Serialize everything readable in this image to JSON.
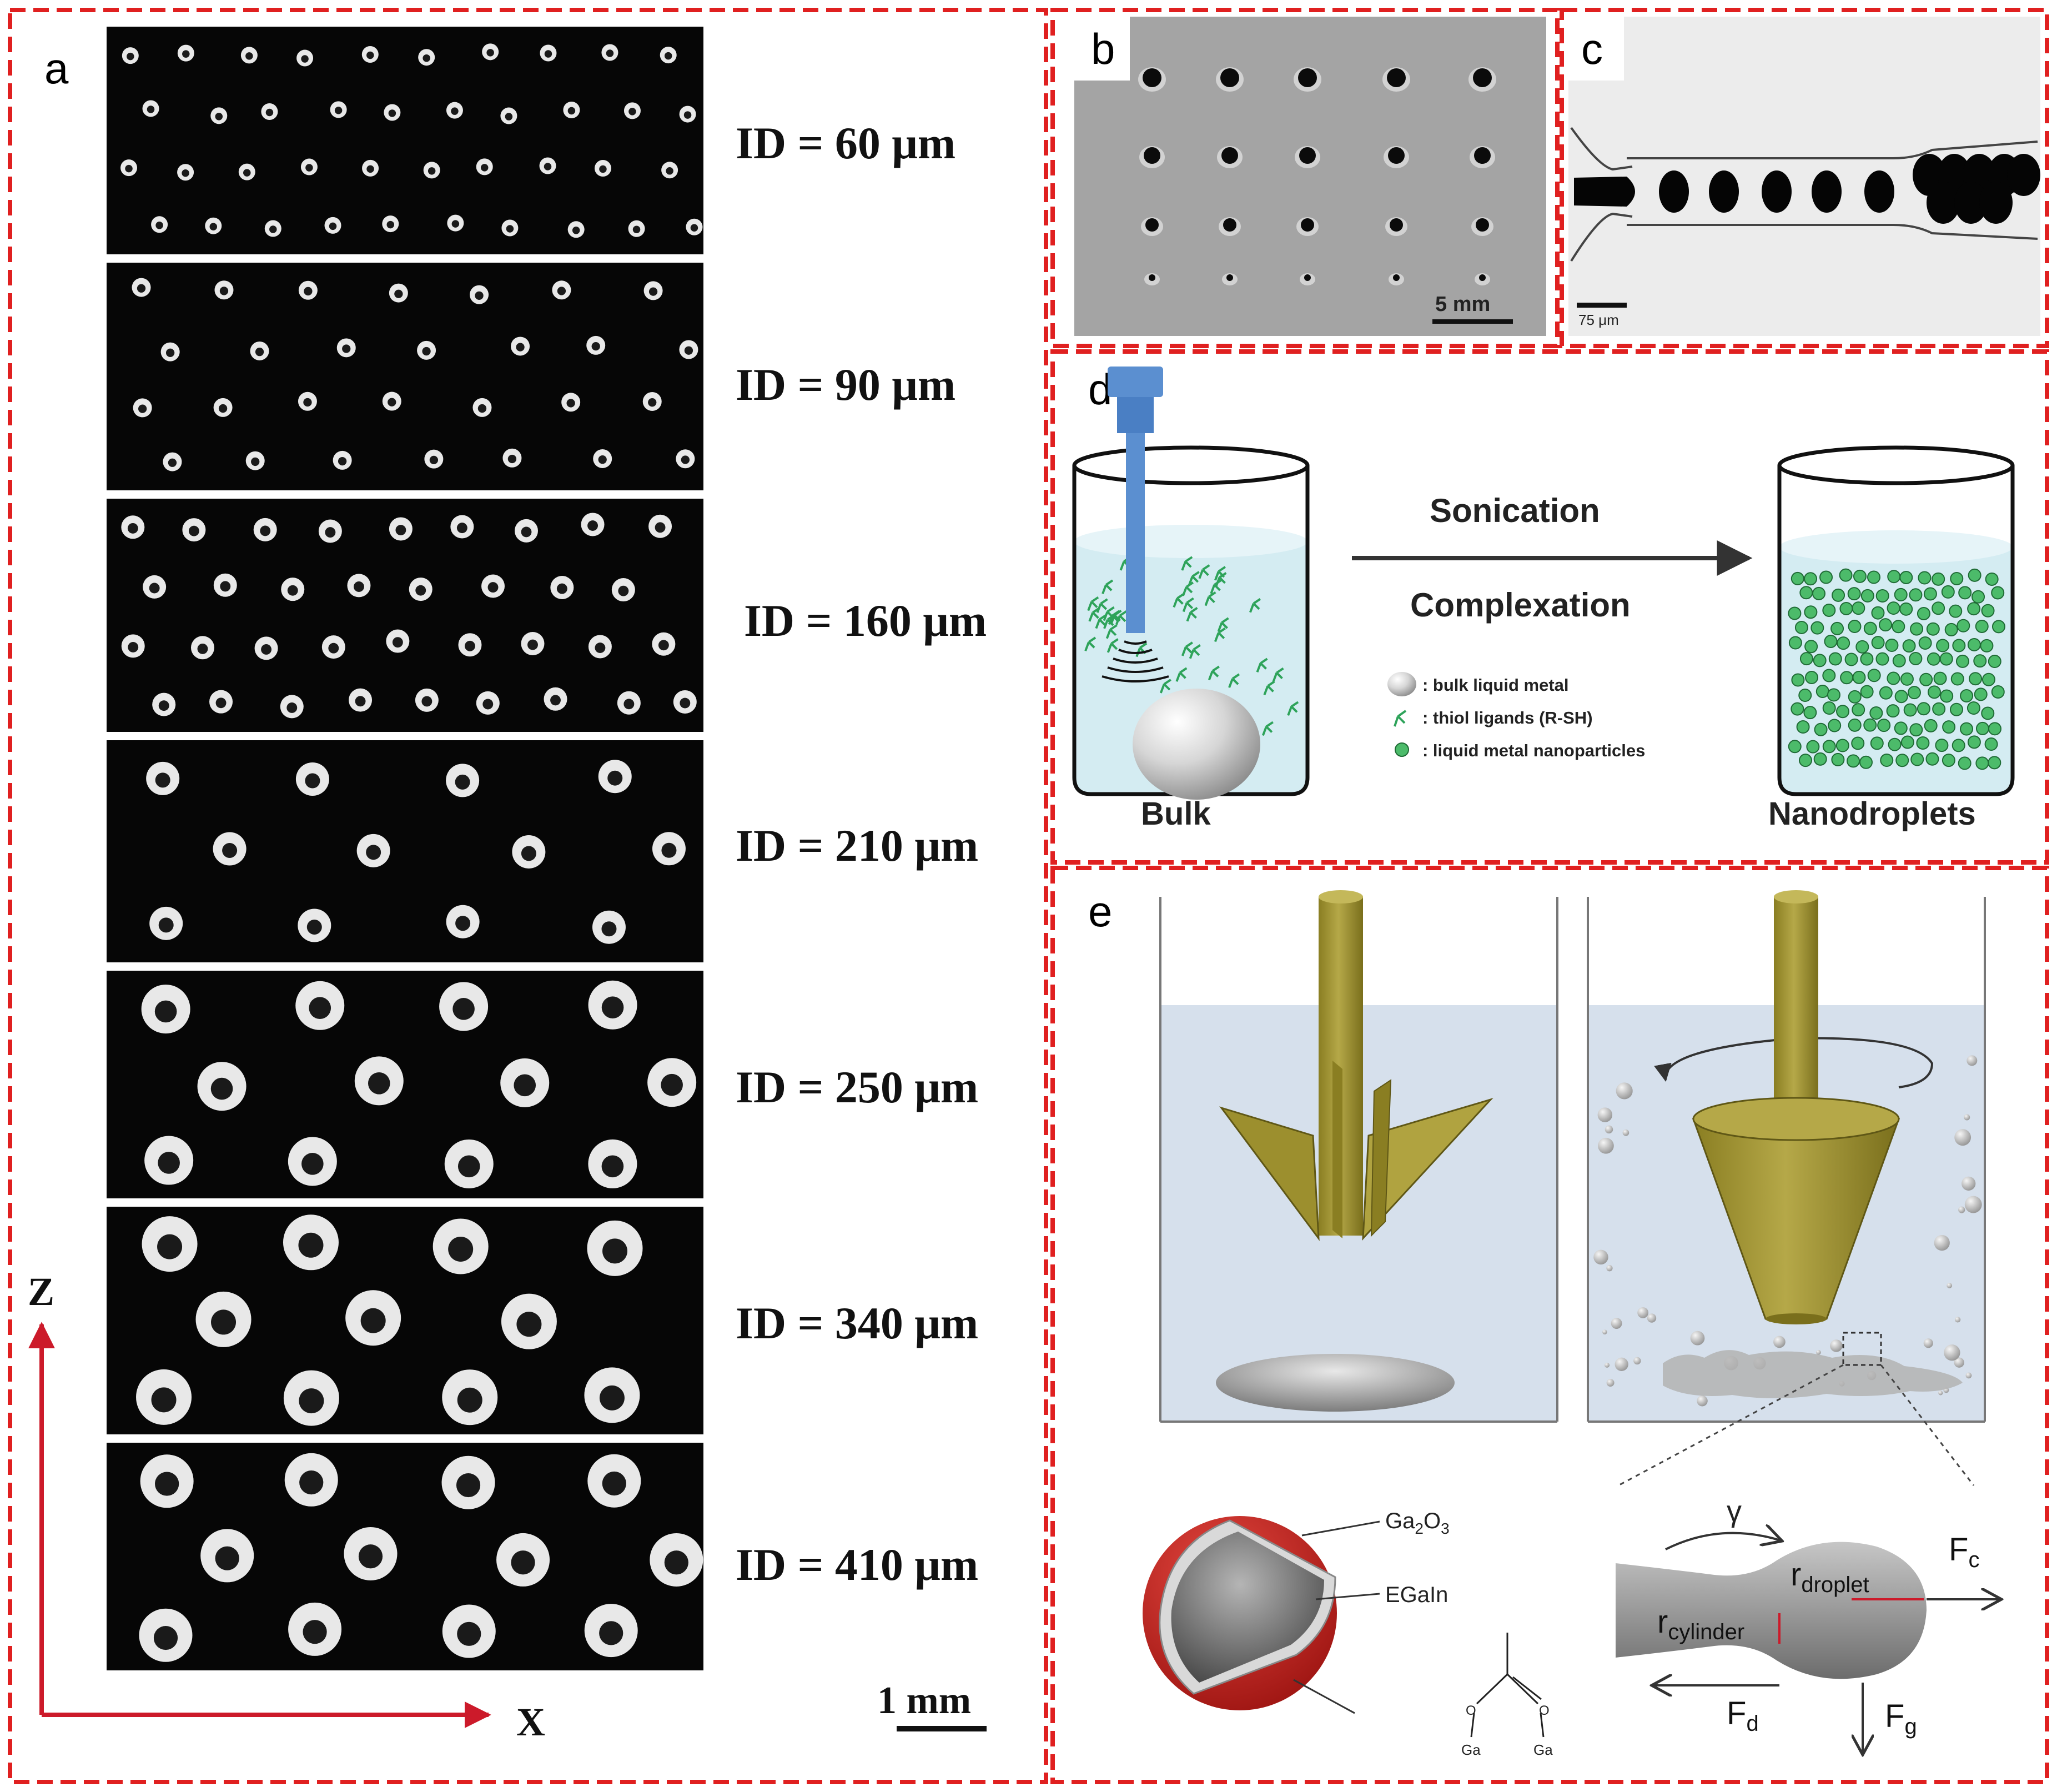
{
  "colors": {
    "frame": "#e02020",
    "metal": "#8f8f8f",
    "ligand": "#2ea35a",
    "nanoparticle": "#4cbb6a",
    "sonicator": "#5b8fd0",
    "mixer": "#a89a3a",
    "oxide": "#c0201c",
    "arrow_red": "#cc1a2a"
  },
  "panels": {
    "a": {
      "letter": "a",
      "id_labels": [
        "ID = 60 μm",
        "ID = 90 μm",
        "ID = 160 μm",
        "ID = 210 μm",
        "ID = 250 μm",
        "ID = 340 μm",
        "ID = 410 μm"
      ],
      "axis_z": "Z",
      "axis_x": "X",
      "scale_bar": "1 mm"
    },
    "b": {
      "letter": "b",
      "scale_bar": "5 mm"
    },
    "c": {
      "letter": "c",
      "scale_bar": "75 μm"
    },
    "d": {
      "letter": "d",
      "process_top": "Sonication",
      "process_bottom": "Complexation",
      "left_label": "Bulk",
      "right_label": "Nanodroplets",
      "legend": [
        {
          "icon": "bulk-metal-icon",
          "text": ": bulk liquid metal"
        },
        {
          "icon": "thiol-ligand-icon",
          "text": ": thiol ligands (R-SH)"
        },
        {
          "icon": "nanoparticle-icon",
          "text": ": liquid metal nanoparticles"
        }
      ]
    },
    "e": {
      "letter": "e",
      "shell_label": "Ga",
      "shell_sub1": "2",
      "shell_mid": "O",
      "shell_sub2": "3",
      "core_label": "EGaIn",
      "ga_left": "Ga",
      "ga_right": "Ga",
      "o_left": "O",
      "o_right": "O",
      "gamma": "γ",
      "r_droplet": "r",
      "r_droplet_sub": "droplet",
      "r_cylinder": "r",
      "r_cylinder_sub": "cylinder",
      "fc": "F",
      "fc_sub": "c",
      "fd": "F",
      "fd_sub": "d",
      "fg": "F",
      "fg_sub": "g"
    }
  }
}
